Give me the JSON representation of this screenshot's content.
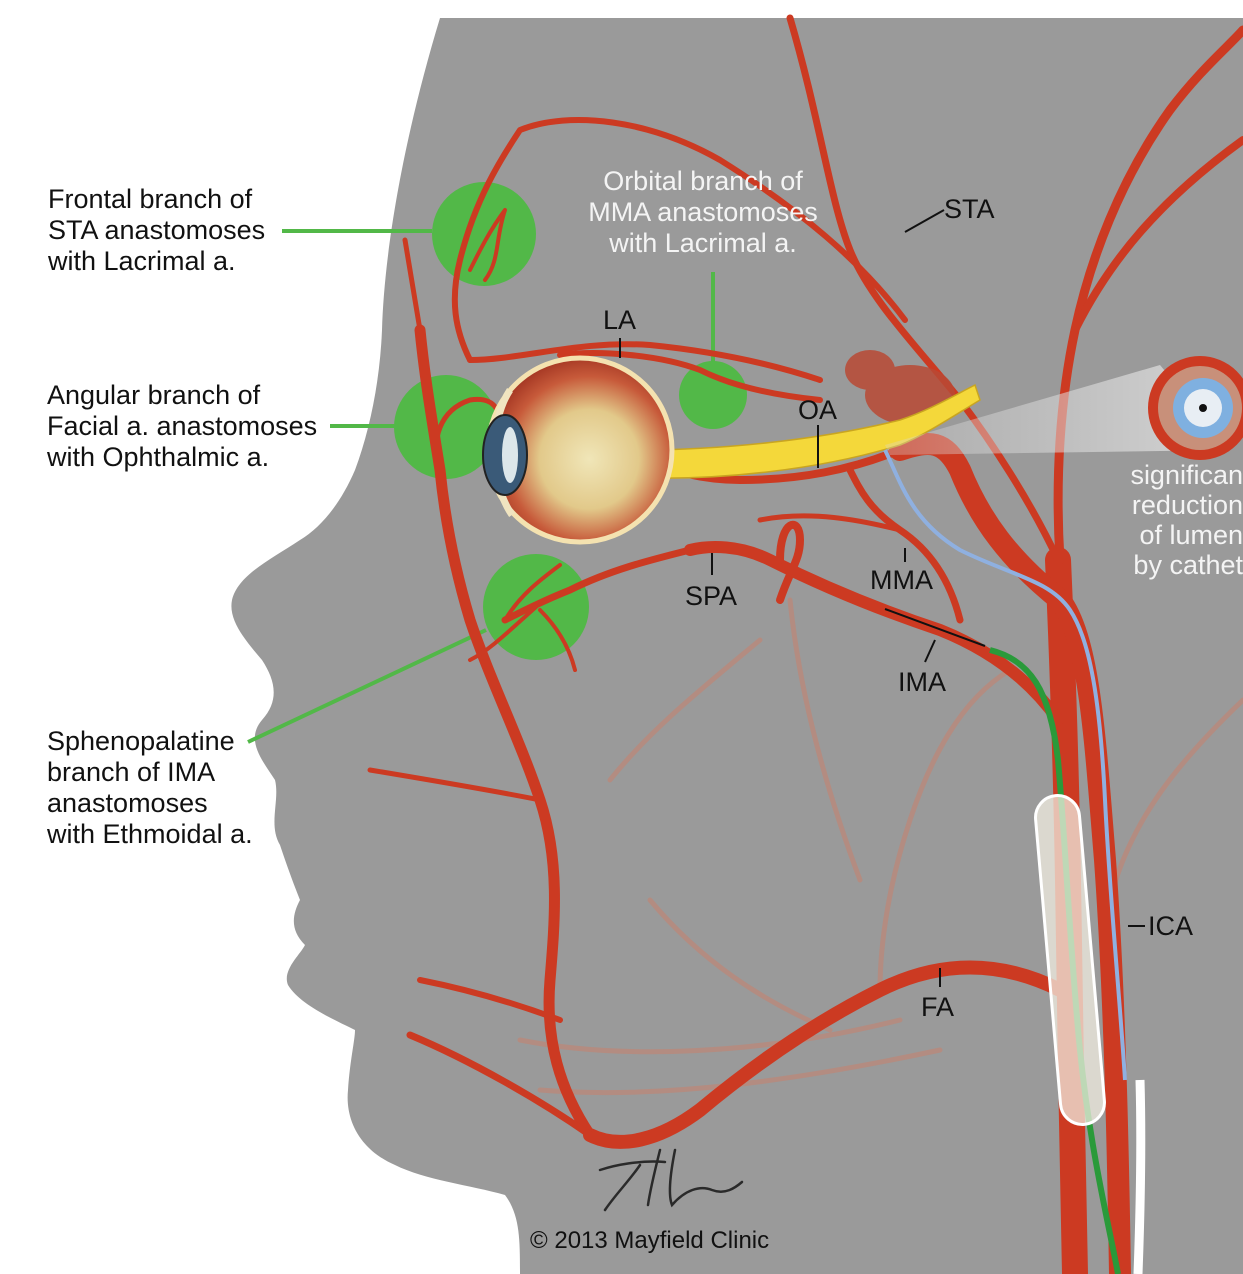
{
  "anastomosis_labels": {
    "frontal": "Frontal branch of\nSTA anastomoses\nwith Lacrimal a.",
    "angular": "Angular branch of\nFacial a. anastomoses\nwith Ophthalmic a.",
    "sphenopalatine": "Sphenopalatine\nbranch of IMA\nanastomoses\nwith Ethmoidal a.",
    "orbital": "Orbital branch of\nMMA anastomoses\nwith Lacrimal a."
  },
  "vessel_labels": {
    "sta": "STA",
    "la": "LA",
    "oa": "OA",
    "spa": "SPA",
    "mma": "MMA",
    "ima": "IMA",
    "ica": "ICA",
    "fa": "FA"
  },
  "inset_note": "significan\nreduction\nof lumen\nby cathet",
  "signature": "T. Hines",
  "copyright": "© 2013 Mayfield Clinic",
  "colors": {
    "background": "#ffffff",
    "head": "#9a9a9a",
    "artery": "#cc3a22",
    "artery_dark": "#a82a18",
    "anastomosis": "#52b848",
    "optic_nerve": "#f4d83a",
    "catheter_green": "#2a9a3a",
    "catheter_blue": "#8fb0e0",
    "lumen_blue": "#7fb0e0"
  }
}
